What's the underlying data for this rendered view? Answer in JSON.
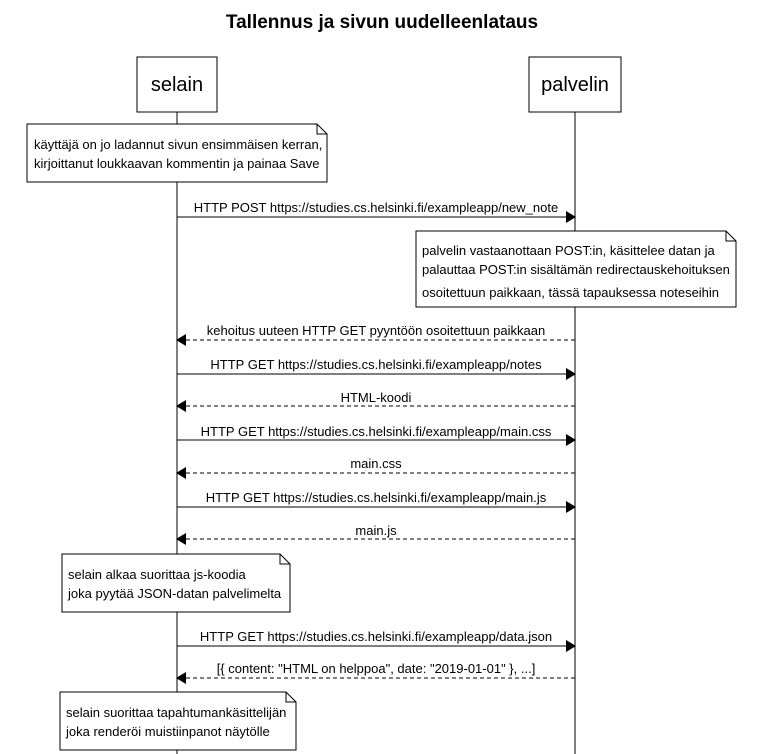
{
  "title": "Tallennus ja sivun uudelleenlataus",
  "participants": [
    {
      "id": "selain",
      "label": "selain"
    },
    {
      "id": "palvelin",
      "label": "palvelin"
    }
  ],
  "notes": [
    {
      "lines": [
        "käyttäjä on jo ladannut sivun ensimmäisen kerran,",
        "kirjoittanut loukkaavan kommentin ja painaa Save"
      ]
    },
    {
      "lines": [
        "palvelin vastaanottaan POST:in, käsittelee datan ja",
        "palauttaa POST:in sisältämän redirectauskehoituksen",
        "osoitettuun paikkaan, tässä tapauksessa noteseihin"
      ]
    },
    {
      "lines": [
        "selain alkaa suorittaa js-koodia",
        "joka pyytää JSON-datan palvelimelta"
      ]
    },
    {
      "lines": [
        "selain suorittaa tapahtumankäsittelijän",
        "joka renderöi muistiinpanot näytölle"
      ]
    }
  ],
  "messages": [
    {
      "from": "selain",
      "to": "palvelin",
      "style": "solid",
      "label": "HTTP POST https://studies.cs.helsinki.fi/exampleapp/new_note"
    },
    {
      "from": "palvelin",
      "to": "selain",
      "style": "dashed",
      "label": "kehoitus uuteen HTTP GET pyyntöön osoitettuun paikkaan"
    },
    {
      "from": "selain",
      "to": "palvelin",
      "style": "solid",
      "label": "HTTP GET https://studies.cs.helsinki.fi/exampleapp/notes"
    },
    {
      "from": "palvelin",
      "to": "selain",
      "style": "dashed",
      "label": "HTML-koodi"
    },
    {
      "from": "selain",
      "to": "palvelin",
      "style": "solid",
      "label": "HTTP GET https://studies.cs.helsinki.fi/exampleapp/main.css"
    },
    {
      "from": "palvelin",
      "to": "selain",
      "style": "dashed",
      "label": "main.css"
    },
    {
      "from": "selain",
      "to": "palvelin",
      "style": "solid",
      "label": "HTTP GET https://studies.cs.helsinki.fi/exampleapp/main.js"
    },
    {
      "from": "palvelin",
      "to": "selain",
      "style": "dashed",
      "label": "main.js"
    },
    {
      "from": "selain",
      "to": "palvelin",
      "style": "solid",
      "label": "HTTP GET https://studies.cs.helsinki.fi/exampleapp/data.json"
    },
    {
      "from": "palvelin",
      "to": "selain",
      "style": "dashed",
      "label": "[{ content: \"HTML on helppoa\", date: \"2019-01-01\" }, ...]"
    }
  ]
}
